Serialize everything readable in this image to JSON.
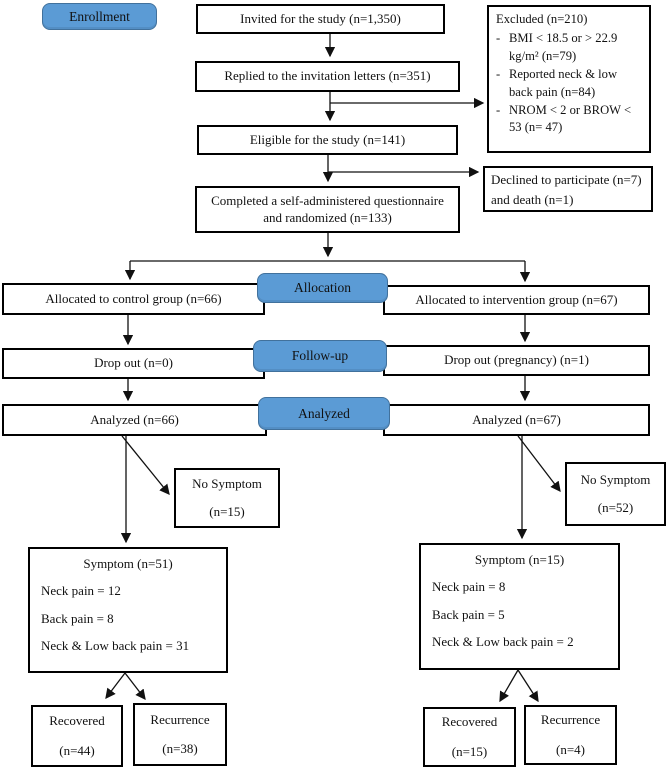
{
  "stages": {
    "enrollment": "Enrollment",
    "allocation": "Allocation",
    "followup": "Follow-up",
    "analyzed": "Analyzed"
  },
  "flow": {
    "invited": "Invited for the study (n=1,350)",
    "replied": "Replied to the invitation letters (n=351)",
    "eligible": "Eligible for the study (n=141)",
    "completed": "Completed a self-administered questionnaire and randomized (n=133)",
    "excluded": {
      "title": "Excluded (n=210)",
      "bullet": "-",
      "items": [
        "BMI < 18.5 or > 22.9 kg/m² (n=79)",
        "Reported neck & low back pain (n=84)",
        "NROM < 2 or BROW < 53 (n= 47)"
      ]
    },
    "declined": "Declined to participate (n=7) and death (n=1)"
  },
  "control": {
    "allocated": "Allocated to control group (n=66)",
    "dropout": "Drop out (n=0)",
    "analyzed": "Analyzed (n=66)",
    "no_symptom": [
      "No Symptom",
      "(n=15)"
    ],
    "symptom": {
      "title": "Symptom (n=51)",
      "lines": [
        "Neck pain = 12",
        "Back pain = 8",
        "Neck & Low back pain = 31"
      ]
    },
    "recovered": [
      "Recovered",
      "(n=44)"
    ],
    "recurrence": [
      "Recurrence",
      "(n=38)"
    ]
  },
  "intervention": {
    "allocated": "Allocated to intervention group (n=67)",
    "dropout": "Drop out (pregnancy) (n=1)",
    "analyzed": "Analyzed (n=67)",
    "no_symptom": [
      "No Symptom",
      "(n=52)"
    ],
    "symptom": {
      "title": "Symptom (n=15)",
      "lines": [
        "Neck pain = 8",
        "Back pain = 5",
        "Neck & Low back pain = 2"
      ]
    },
    "recovered": [
      "Recovered",
      "(n=15)"
    ],
    "recurrence": [
      "Recurrence",
      "(n=4)"
    ]
  },
  "colors": {
    "stage_fill": "#5b9bd5",
    "stage_border": "#41719c",
    "box_border": "#000000",
    "line": "#111111"
  }
}
